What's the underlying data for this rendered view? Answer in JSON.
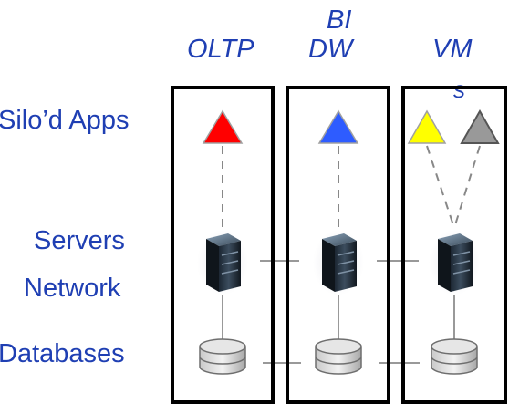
{
  "columns": {
    "oltp": "OLTP",
    "bi_line1": "BI",
    "bi_line2": "DW",
    "vms_line1": "VM",
    "vms_line2": "s"
  },
  "rows": {
    "apps": "Silo’d Apps",
    "servers": "Servers",
    "network": "Network",
    "databases": "Databases"
  },
  "colors": {
    "text": "#1f3fb3",
    "oltp_app": "#ff0000",
    "bi_app": "#2e5cff",
    "vm_app_1": "#ffff00",
    "vm_app_2": "#999999",
    "box_border": "#000000",
    "connector": "#999999"
  },
  "icons": [
    "triangle-app-icon",
    "server-icon",
    "database-icon"
  ]
}
